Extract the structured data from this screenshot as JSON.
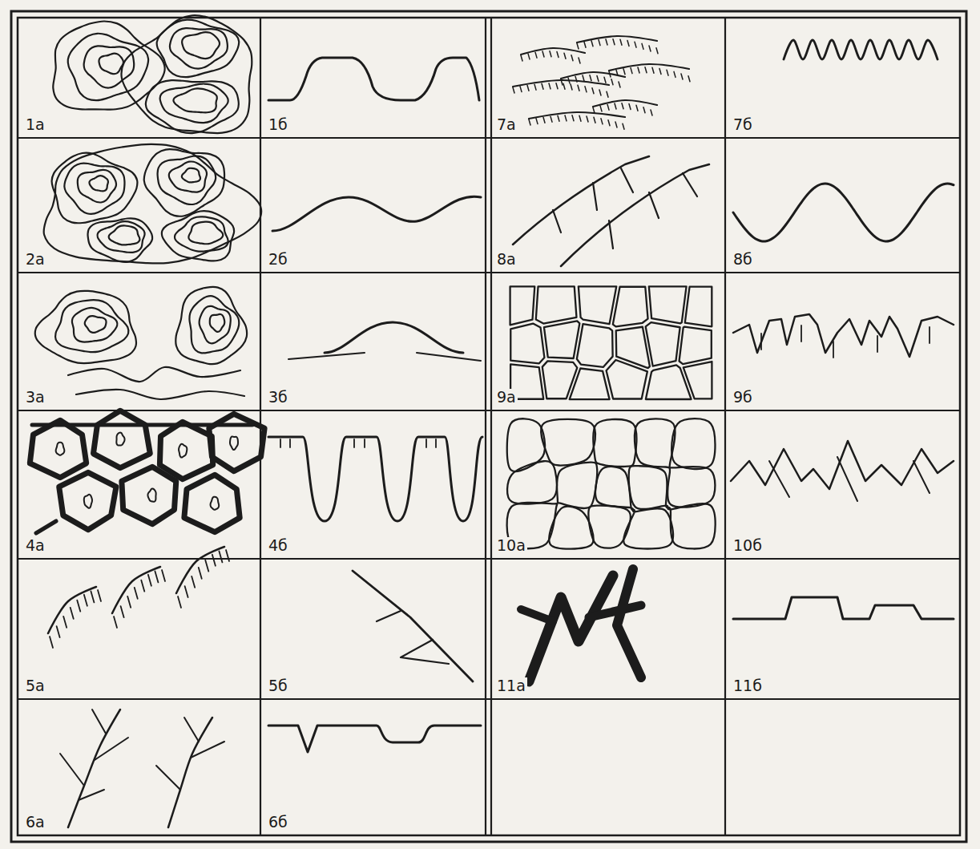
{
  "diagram": {
    "labels": [
      "1а",
      "1б",
      "7а",
      "7б",
      "2а",
      "2б",
      "8а",
      "8б",
      "3а",
      "3б",
      "9а",
      "9б",
      "4а",
      "4б",
      "10а",
      "10б",
      "5а",
      "5б",
      "11а",
      "11б",
      "6а",
      "6б"
    ]
  }
}
